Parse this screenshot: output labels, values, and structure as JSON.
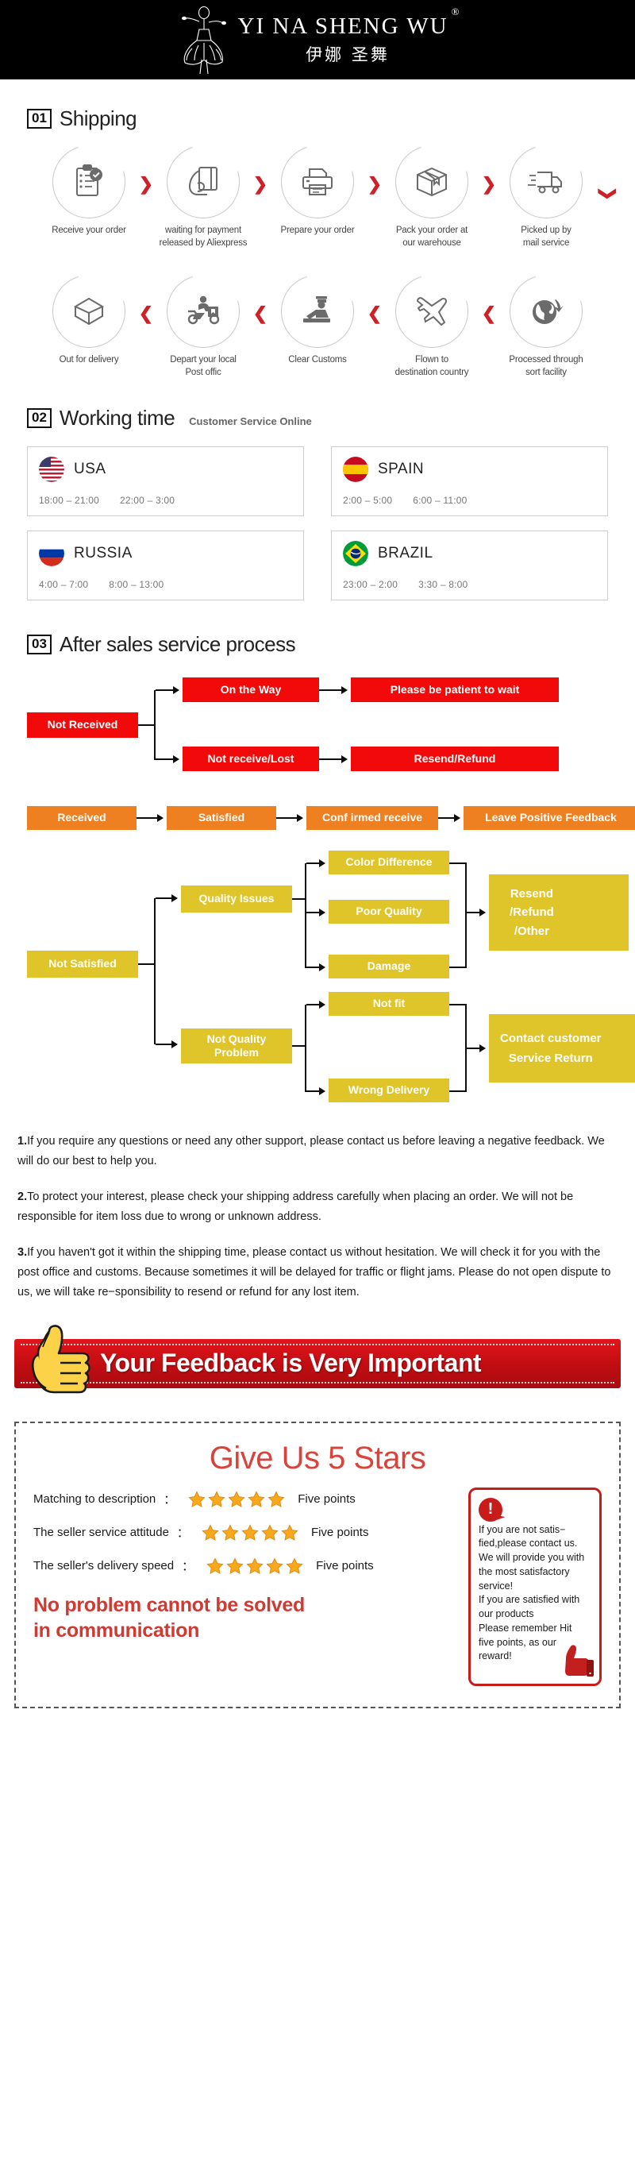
{
  "header": {
    "brand_latin": "YI NA SHENG WU",
    "registered_mark": "®",
    "brand_cn": "伊娜 圣舞",
    "logo_icon": "dancer-logo"
  },
  "sections": {
    "shipping": {
      "number": "01",
      "title": "Shipping",
      "steps_row1": [
        {
          "icon": "clipboard-check-icon",
          "label": "Receive your order"
        },
        {
          "icon": "hand-card-icon",
          "label": "waiting for payment\nreleased by Aliexpress"
        },
        {
          "icon": "printer-icon",
          "label": "Prepare your order"
        },
        {
          "icon": "box-icon",
          "label": "Pack your order at\nour warehouse"
        },
        {
          "icon": "truck-icon",
          "label": "Picked up by\nmail service"
        }
      ],
      "steps_row2": [
        {
          "icon": "open-box-icon",
          "label": "Out  for delivery"
        },
        {
          "icon": "scooter-icon",
          "label": "Depart your local\nPost offic"
        },
        {
          "icon": "customs-officer-icon",
          "label": "Clear Customs"
        },
        {
          "icon": "airplane-icon",
          "label": "Flown to\ndestination country"
        },
        {
          "icon": "globe-icon",
          "label": "Processed through\nsort facility"
        }
      ],
      "arrow_right": "❯",
      "arrow_left": "❮",
      "arrow_down": "❯"
    },
    "working_time": {
      "number": "02",
      "title": "Working time",
      "subtitle": "Customer Service Online",
      "countries": [
        {
          "flag": "flag-usa",
          "name": "USA",
          "slots": [
            "18:00 – 21:00",
            "22:00 – 3:00"
          ]
        },
        {
          "flag": "flag-spain",
          "name": "SPAIN",
          "slots": [
            "2:00 – 5:00",
            "6:00 – 11:00"
          ]
        },
        {
          "flag": "flag-russia",
          "name": "RUSSIA",
          "slots": [
            "4:00 – 7:00",
            "8:00 – 13:00"
          ]
        },
        {
          "flag": "flag-brazil",
          "name": "BRAZIL",
          "slots": [
            "23:00 – 2:00",
            "3:30 – 8:00"
          ]
        }
      ]
    },
    "after_sales": {
      "number": "03",
      "title": "After sales service process",
      "colors": {
        "red": "#f20a0a",
        "orange": "#ef8022",
        "yellow": "#dfc52a"
      },
      "flow_red": {
        "root": "Not Received",
        "branch_top": "On the Way",
        "branch_top_result": "Please be patient to wait",
        "branch_bottom": "Not receive/Lost",
        "branch_bottom_result": "Resend/Refund"
      },
      "flow_orange": [
        "Received",
        "Satisfied",
        "Conf irmed receive",
        "Leave Positive Feedback"
      ],
      "flow_yellow": {
        "root": "Not Satisfied",
        "group1": {
          "label": "Quality Issues",
          "items": [
            "Color Difference",
            "Poor Quality",
            "Damage"
          ],
          "result": "Resend\n/Refund\n/Other"
        },
        "group2": {
          "label": "Not Quality\nProblem",
          "items": [
            "Not fit",
            "Wrong Delivery"
          ],
          "result": "Contact customer\nService Return"
        }
      }
    }
  },
  "notes": [
    {
      "num": "1.",
      "text": "If you require any questions or need any other support, please contact us before leaving a negative feedback. We will do our best to help you."
    },
    {
      "num": "2.",
      "text": "To protect your interest, please check your shipping address carefully when placing an order. We will not be responsible for item loss due to wrong or unknown address."
    },
    {
      "num": "3.",
      "text": "If you haven't got it within the shipping time, please contact us without hesitation. We will check it for you with the post office and customs. Because sometimes it will be delayed for traffic or flight jams. Please do not open dispute to us, we will take re−sponsibility to resend or refund for any lost item."
    }
  ],
  "feedback_banner": {
    "text": "Your Feedback is Very Important",
    "icon": "thumbs-up-icon",
    "bar_color": "#d3111a"
  },
  "stars_box": {
    "title": "Give Us 5 Stars",
    "rows": [
      {
        "label": "Matching to description",
        "colon": "：",
        "stars": 5,
        "points": "Five points"
      },
      {
        "label": "The seller service attitude",
        "colon": "：",
        "stars": 5,
        "points": "Five points"
      },
      {
        "label": "The seller's delivery speed",
        "colon": "：",
        "stars": 5,
        "points": "Five points"
      }
    ],
    "slogan": "No problem cannot be solved\nin communication",
    "notice": {
      "icon": "exclamation-icon",
      "thumb_icon": "thumbs-up-icon",
      "text": "If you are not satis−\nfied,please contact us.\nWe will provide you with\nthe most satisfactory\nservice!\nIf you are satisfied with\nour products\nPlease remember Hit\nfive points, as our\nreward!"
    }
  }
}
